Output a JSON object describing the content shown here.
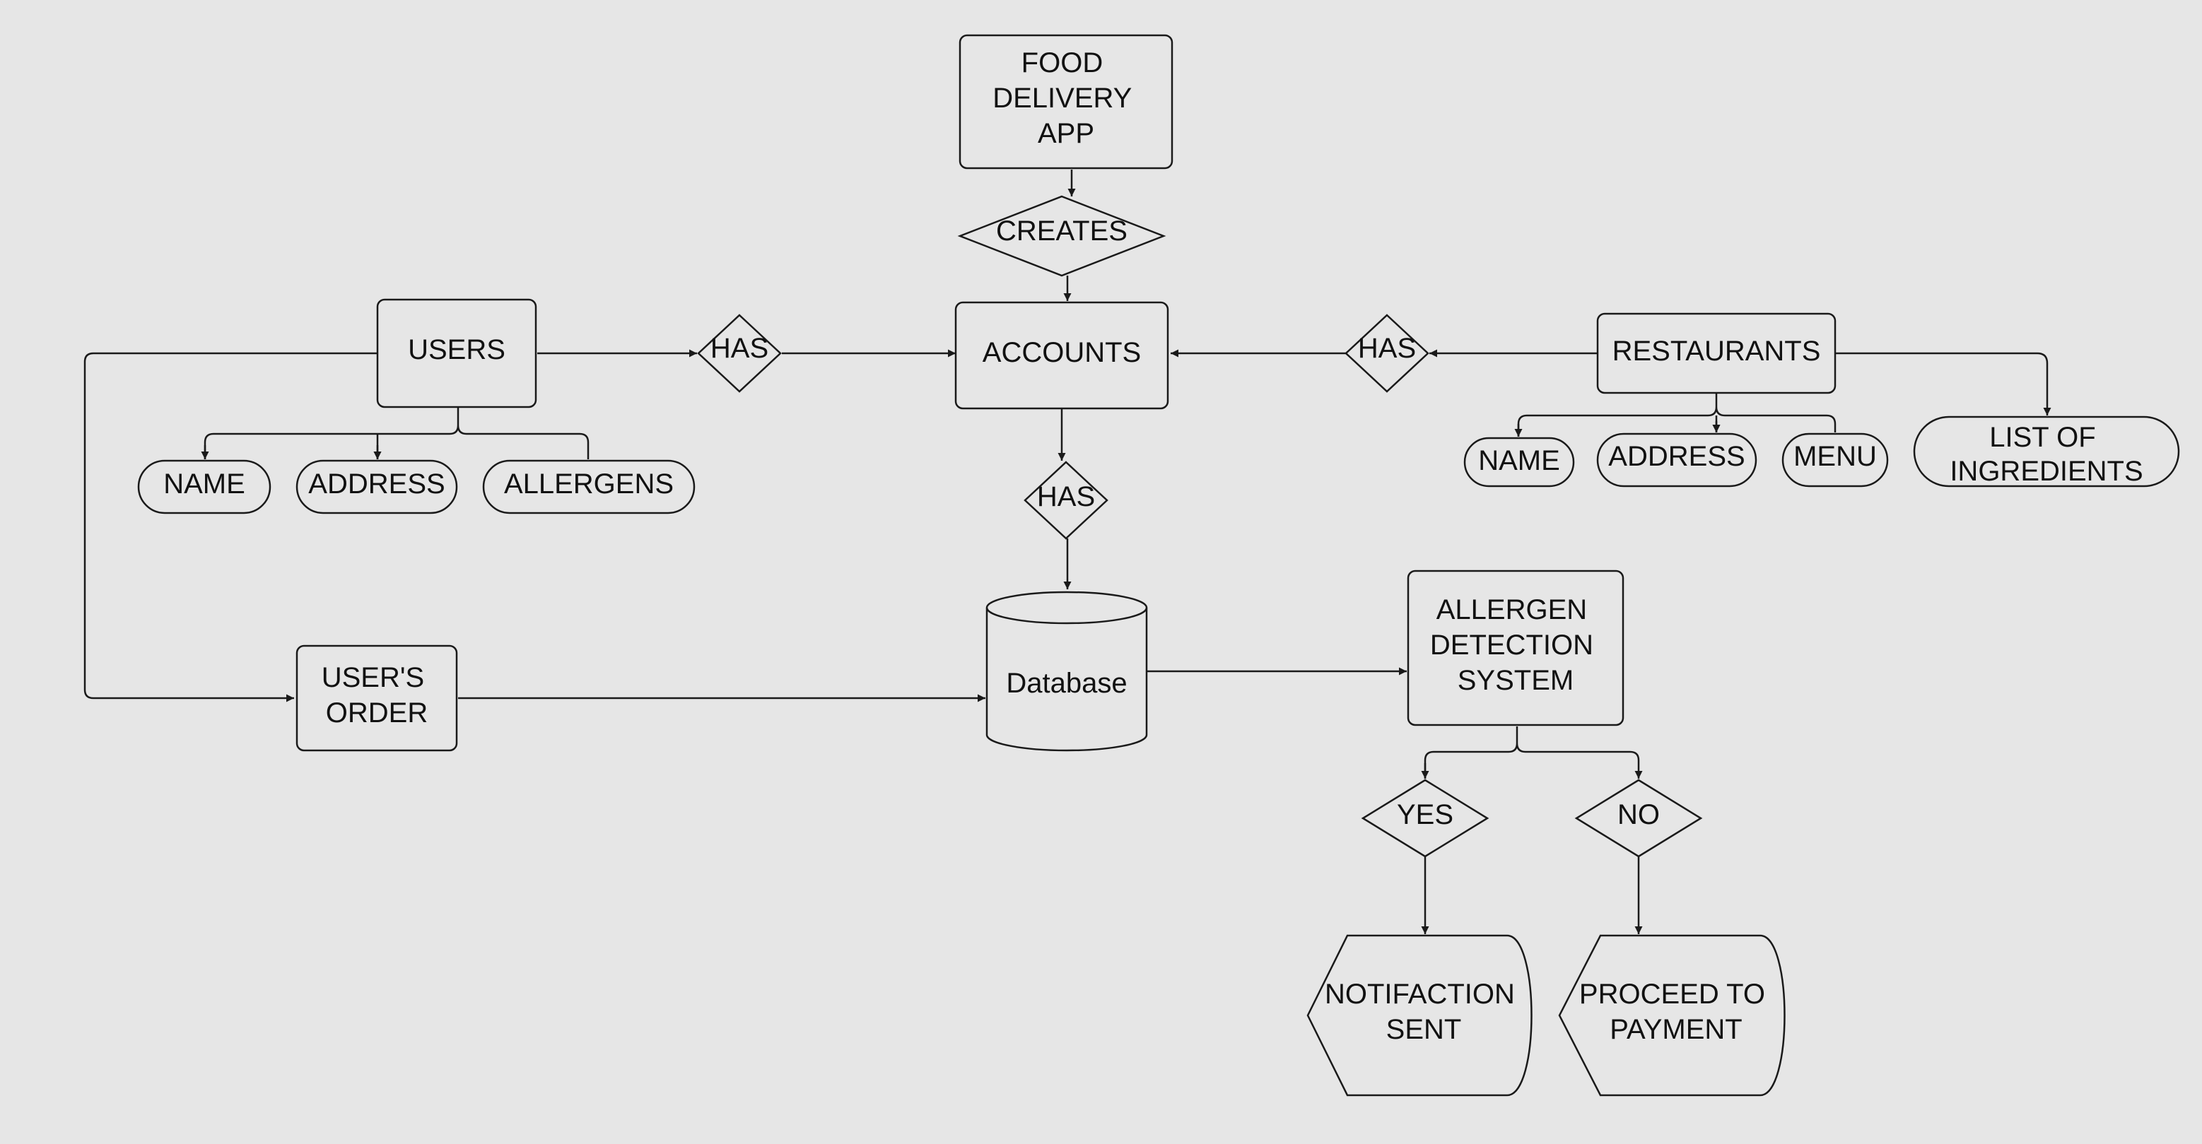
{
  "nodes": {
    "app": {
      "lines": [
        "FOOD",
        "DELIVERY",
        "APP"
      ]
    },
    "creates": {
      "lines": [
        "CREATES"
      ]
    },
    "accounts": {
      "lines": [
        "ACCOUNTS"
      ]
    },
    "users": {
      "lines": [
        "USERS"
      ]
    },
    "has_users": {
      "lines": [
        "HAS"
      ]
    },
    "has_restaurants": {
      "lines": [
        "HAS"
      ]
    },
    "restaurants": {
      "lines": [
        "RESTAURANTS"
      ]
    },
    "user_name": {
      "lines": [
        "NAME"
      ]
    },
    "user_address": {
      "lines": [
        "ADDRESS"
      ]
    },
    "user_allergens": {
      "lines": [
        "ALLERGENS"
      ]
    },
    "rest_name": {
      "lines": [
        "NAME"
      ]
    },
    "rest_address": {
      "lines": [
        "ADDRESS"
      ]
    },
    "rest_menu": {
      "lines": [
        "MENU"
      ]
    },
    "ingredients": {
      "lines": [
        "LIST OF",
        "INGREDIENTS"
      ]
    },
    "has_accounts": {
      "lines": [
        "HAS"
      ]
    },
    "database": {
      "lines": [
        "Database"
      ]
    },
    "user_order": {
      "lines": [
        "USER'S",
        "ORDER"
      ]
    },
    "detection": {
      "lines": [
        "ALLERGEN",
        "DETECTION",
        "SYSTEM"
      ]
    },
    "yes": {
      "lines": [
        "YES"
      ]
    },
    "no": {
      "lines": [
        "NO"
      ]
    },
    "notification": {
      "lines": [
        "NOTIFACTION",
        "SENT"
      ]
    },
    "payment": {
      "lines": [
        "PROCEED TO",
        "PAYMENT"
      ]
    }
  }
}
